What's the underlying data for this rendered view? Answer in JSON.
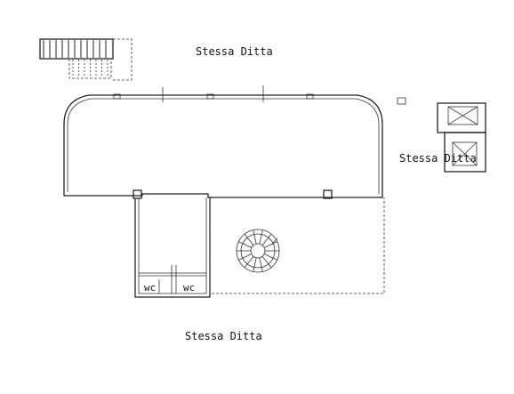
{
  "labels": {
    "top": "Stessa Ditta",
    "right": "Stessa Ditta",
    "bottom": "Stessa Ditta",
    "wc_left": "wc",
    "wc_right": "wc"
  },
  "colors": {
    "line": "#222222",
    "background": "#ffffff"
  }
}
